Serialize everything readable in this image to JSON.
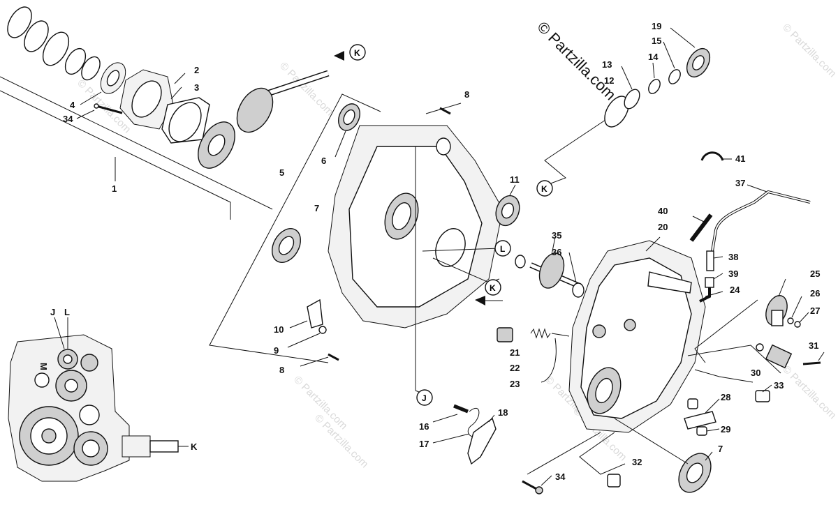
{
  "watermark": {
    "main": "© Partzilla.com",
    "faint": "© Partzilla.com"
  },
  "callouts": [
    {
      "id": "c-1",
      "text": "1"
    },
    {
      "id": "c-2",
      "text": "2"
    },
    {
      "id": "c-3",
      "text": "3"
    },
    {
      "id": "c-4",
      "text": "4"
    },
    {
      "id": "c-34a",
      "text": "34"
    },
    {
      "id": "c-5",
      "text": "5"
    },
    {
      "id": "c-6",
      "text": "6"
    },
    {
      "id": "c-7a",
      "text": "7"
    },
    {
      "id": "c-8a",
      "text": "8"
    },
    {
      "id": "c-8b",
      "text": "8"
    },
    {
      "id": "c-9",
      "text": "9"
    },
    {
      "id": "c-10",
      "text": "10"
    },
    {
      "id": "c-11",
      "text": "11"
    },
    {
      "id": "c-12",
      "text": "12"
    },
    {
      "id": "c-13",
      "text": "13"
    },
    {
      "id": "c-14",
      "text": "14"
    },
    {
      "id": "c-15",
      "text": "15"
    },
    {
      "id": "c-19",
      "text": "19"
    },
    {
      "id": "c-16",
      "text": "16"
    },
    {
      "id": "c-17",
      "text": "17"
    },
    {
      "id": "c-18",
      "text": "18"
    },
    {
      "id": "c-20",
      "text": "20"
    },
    {
      "id": "c-21",
      "text": "21"
    },
    {
      "id": "c-22",
      "text": "22"
    },
    {
      "id": "c-23",
      "text": "23"
    },
    {
      "id": "c-24",
      "text": "24"
    },
    {
      "id": "c-25",
      "text": "25"
    },
    {
      "id": "c-26",
      "text": "26"
    },
    {
      "id": "c-27",
      "text": "27"
    },
    {
      "id": "c-28",
      "text": "28"
    },
    {
      "id": "c-29",
      "text": "29"
    },
    {
      "id": "c-30",
      "text": "30"
    },
    {
      "id": "c-31",
      "text": "31"
    },
    {
      "id": "c-32",
      "text": "32"
    },
    {
      "id": "c-33",
      "text": "33"
    },
    {
      "id": "c-34b",
      "text": "34"
    },
    {
      "id": "c-35",
      "text": "35"
    },
    {
      "id": "c-36",
      "text": "36"
    },
    {
      "id": "c-37",
      "text": "37"
    },
    {
      "id": "c-38",
      "text": "38"
    },
    {
      "id": "c-39",
      "text": "39"
    },
    {
      "id": "c-40",
      "text": "40"
    },
    {
      "id": "c-41",
      "text": "41"
    },
    {
      "id": "c-7b",
      "text": "7"
    }
  ],
  "circle_markers": [
    {
      "id": "m-k1",
      "text": "K"
    },
    {
      "id": "m-k2",
      "text": "K"
    },
    {
      "id": "m-k3",
      "text": "K"
    },
    {
      "id": "m-l",
      "text": "L"
    },
    {
      "id": "m-j",
      "text": "J"
    }
  ],
  "inset": {
    "label_j": "J",
    "label_l": "L",
    "label_m": "M",
    "label_k": "K"
  }
}
